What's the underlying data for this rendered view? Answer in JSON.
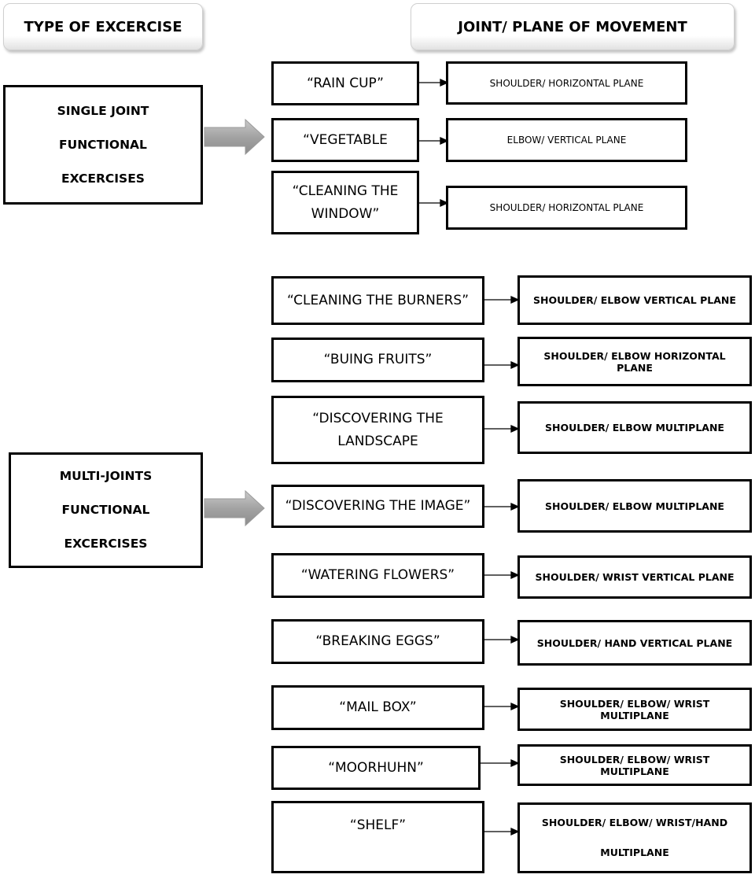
{
  "headers": {
    "type_of_exercise": "TYPE OF EXCERCISE",
    "joint_plane": "JOINT/ PLANE OF MOVEMENT"
  },
  "categories": {
    "single": [
      "SINGLE JOINT",
      "FUNCTIONAL",
      "EXCERCISES"
    ],
    "multi": [
      "MULTI-JOINTS",
      "FUNCTIONAL",
      "EXCERCISES"
    ]
  },
  "single_exercises": [
    {
      "exercise": "“RAIN CUP”",
      "plane": "SHOULDER/ HORIZONTAL PLANE"
    },
    {
      "exercise": "“VEGETABLE",
      "plane": "ELBOW/ VERTICAL PLANE"
    },
    {
      "exercise": "“CLEANING THE WINDOW”",
      "plane": "SHOULDER/ HORIZONTAL PLANE"
    }
  ],
  "multi_exercises": [
    {
      "exercise": "“CLEANING THE BURNERS”",
      "plane": "SHOULDER/ ELBOW VERTICAL PLANE"
    },
    {
      "exercise": "“BUING FRUITS”",
      "plane": "SHOULDER/ ELBOW HORIZONTAL PLANE"
    },
    {
      "exercise": "“DISCOVERING THE LANDSCAPE",
      "plane": "SHOULDER/ ELBOW MULTIPLANE"
    },
    {
      "exercise": "“DISCOVERING THE IMAGE”",
      "plane": "SHOULDER/ ELBOW MULTIPLANE"
    },
    {
      "exercise": "“WATERING FLOWERS”",
      "plane": "SHOULDER/ WRIST  VERTICAL PLANE"
    },
    {
      "exercise": "“BREAKING EGGS”",
      "plane": "SHOULDER/ HAND  VERTICAL PLANE"
    },
    {
      "exercise": "“MAIL BOX”",
      "plane": "SHOULDER/ ELBOW/ WRIST  MULTIPLANE"
    },
    {
      "exercise": "“MOORHUHN”",
      "plane": "SHOULDER/ ELBOW/ WRIST  MULTIPLANE"
    },
    {
      "exercise": "“SHELF”",
      "plane": "SHOULDER/ ELBOW/ WRIST/HAND MULTIPLANE"
    }
  ]
}
